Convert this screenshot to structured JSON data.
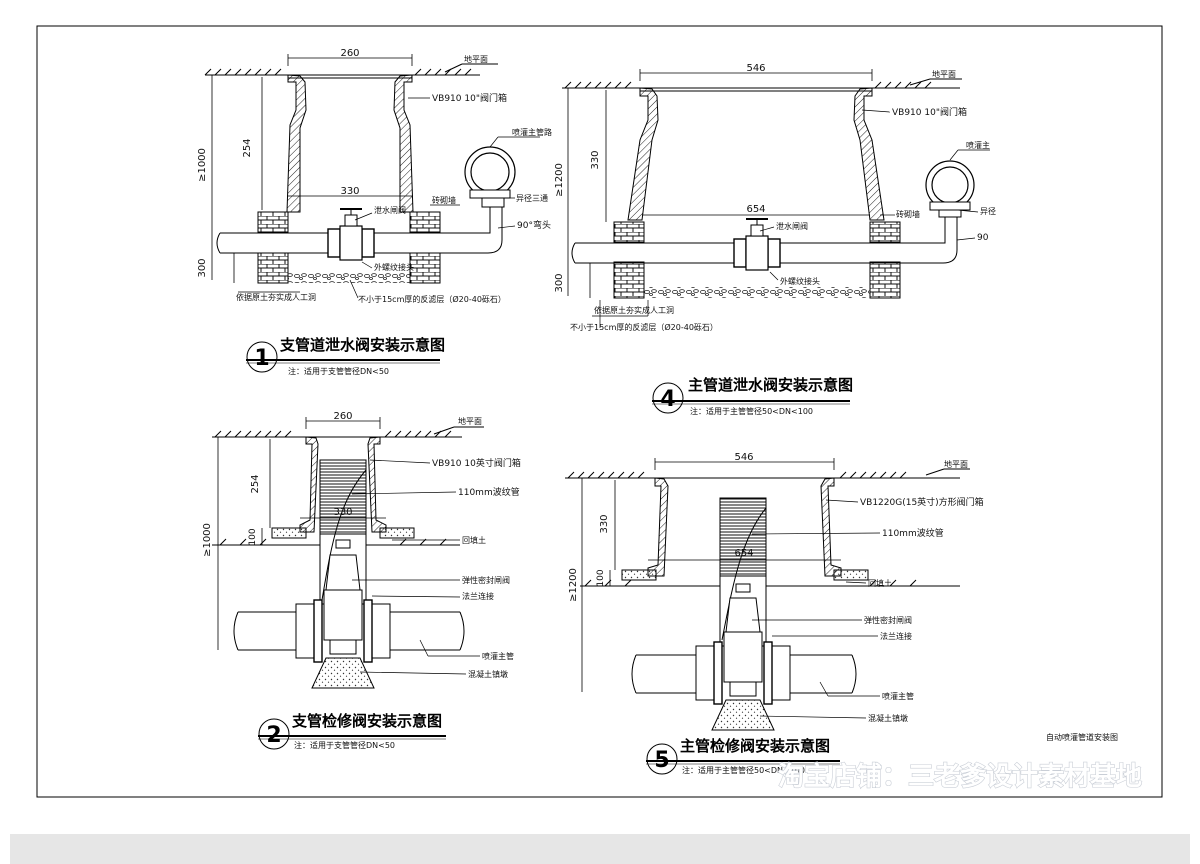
{
  "footer_caption": "自动喷灌管道安装图",
  "watermark": "淘宝店铺：三老爹设计素材基地",
  "d1": {
    "num": "1",
    "title": "支管道泄水阀安装示意图",
    "note": "注：适用于支管管径DN<50",
    "dim_top": "260",
    "dim_mid": "330",
    "dim_h1": "254",
    "dim_total": "≥1000",
    "dim_base": "300",
    "ground": "地平面",
    "valve_box": "VB910 10\"阀门箱",
    "main_pipe": "喷灌主管路",
    "reducer_tee": "异径三通",
    "drain_valve": "泄水闸阀",
    "brick": "砖砌墙",
    "elbow": "90°弯头",
    "threaded": "外螺纹接头",
    "gravel": "不小于15cm厚的反滤层（Ø20-40砾石）",
    "soil": "依据原土夯实成人工洞"
  },
  "d4": {
    "num": "4",
    "title": "主管道泄水阀安装示意图",
    "note": "注：适用于主管管径50<DN<100",
    "dim_top": "546",
    "dim_mid": "654",
    "dim_h1": "330",
    "dim_total": "≥1200",
    "dim_base": "300",
    "ground": "地平面",
    "valve_box": "VB910 10\"阀门箱",
    "main_pipe": "喷灌主",
    "reducer_tee": "异径",
    "drain_valve": "泄水闸阀",
    "brick": "砖砌墙",
    "elbow": "90",
    "threaded": "外螺纹接头",
    "gravel": "不小于15cm厚的反滤层（Ø20-40砾石）",
    "soil": "依据原土夯实成人工洞"
  },
  "d2": {
    "num": "2",
    "title": "支管检修阀安装示意图",
    "note": "注：适用于支管管径DN<50",
    "dim_top": "260",
    "dim_mid": "330",
    "dim_h1": "254",
    "dim_total": "≥1000",
    "dim_base": "100",
    "ground": "地平面",
    "valve_box": "VB910 10英寸阀门箱",
    "corrugated": "110mm波纹管",
    "backfill": "回填土",
    "gate_valve": "弹性密封闸阀",
    "flange": "法兰连接",
    "main_pipe": "喷灌主管",
    "concrete": "混凝土镇墩"
  },
  "d5": {
    "num": "5",
    "title": "主管检修阀安装示意图",
    "note": "注：适用于主管管径50<DN<100",
    "dim_top": "546",
    "dim_mid": "654",
    "dim_h1": "330",
    "dim_total": "≥1200",
    "dim_base": "100",
    "ground": "地平面",
    "valve_box": "VB1220G(15英寸)方形阀门箱",
    "corrugated": "110mm波纹管",
    "backfill": "回填土",
    "gate_valve": "弹性密封闸阀",
    "flange": "法兰连接",
    "main_pipe": "喷灌主管",
    "concrete": "混凝土镇墩"
  }
}
